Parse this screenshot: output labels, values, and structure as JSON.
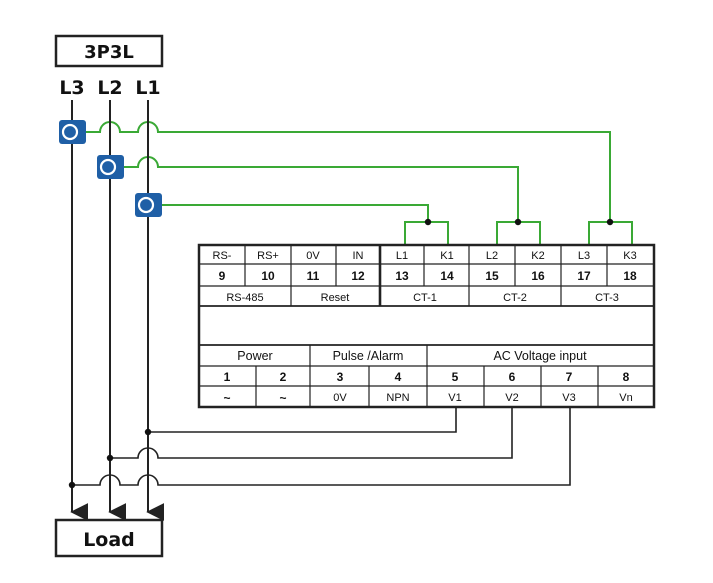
{
  "source_label": "3P3L",
  "phases": [
    "L3",
    "L2",
    "L1"
  ],
  "load_label": "Load",
  "terminal_block": {
    "top_names": [
      "RS-",
      "RS+",
      "0V",
      "IN",
      "L1",
      "K1",
      "L2",
      "K2",
      "L3",
      "K3"
    ],
    "top_numbers": [
      "9",
      "10",
      "11",
      "12",
      "13",
      "14",
      "15",
      "16",
      "17",
      "18"
    ],
    "top_groups": [
      "RS-485",
      "Reset",
      "CT-1",
      "CT-2",
      "CT-3"
    ],
    "bottom_groups": [
      "Power",
      "Pulse /Alarm",
      "AC Voltage input"
    ],
    "bottom_numbers": [
      "1",
      "2",
      "3",
      "4",
      "5",
      "6",
      "7",
      "8"
    ],
    "bottom_names": [
      "~",
      "~",
      "0V",
      "NPN",
      "V1",
      "V2",
      "V3",
      "Vn"
    ]
  },
  "colors": {
    "ct_wire": "#3aa935",
    "ct_body": "#1f5fa6",
    "line": "#222222"
  }
}
